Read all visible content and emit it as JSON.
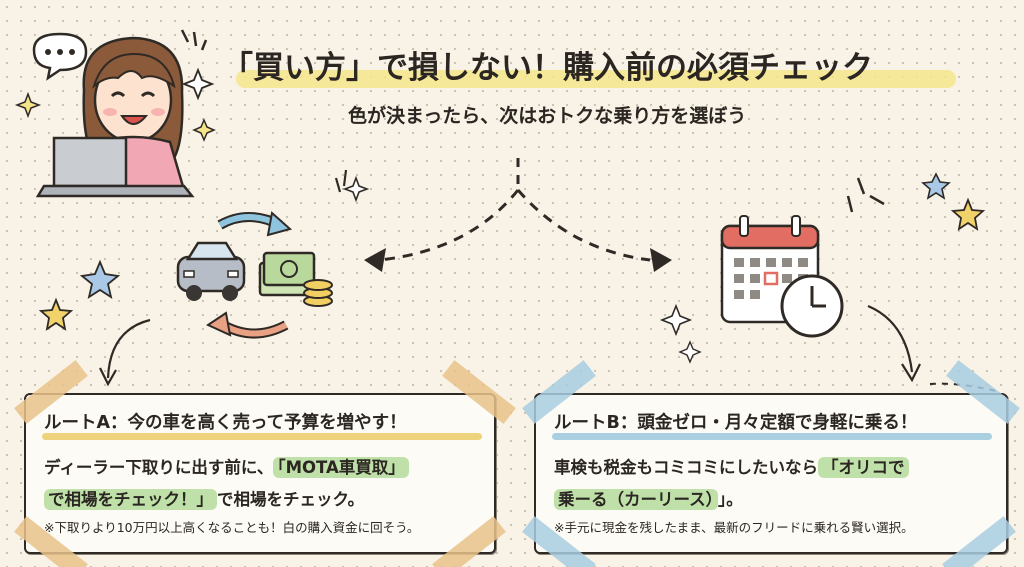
{
  "header": {
    "title": "「買い方」で損しない！購入前の必須チェック",
    "subtitle": "色が決まったら、次はおトクな乗り方を選ぼう"
  },
  "route_a": {
    "heading": "ルートA：今の車を高く売って予算を増やす！",
    "line1_prefix": "ディーラー下取りに出す前に、",
    "line1_highlight": "「MOTA車買取」",
    "line2_highlight": "で相場をチェック！」",
    "line2_suffix": "で相場をチェック。",
    "note": "※下取りより10万円以上高くなることも！白の購入資金に回そう。"
  },
  "route_b": {
    "heading": "ルートB：頭金ゼロ・月々定額で身軽に乗る！",
    "line1_prefix": "車検も税金もコミコミにしたいなら",
    "line1_highlight": "「オリコで",
    "line2_highlight": "乗ーる（カーリース）",
    "line2_suffix": "」。",
    "note": "※手元に現金を残したまま、最新のフリードに乗れる賢い選択。"
  },
  "colors": {
    "background": "#f8f3e6",
    "title_highlight": "#f4e58a",
    "route_a_accent": "#efd37c",
    "route_b_accent": "#a9cfe0",
    "text_highlight": "#bfe1a9"
  },
  "icons": {
    "illustration": "woman-with-laptop-icon",
    "left": "car-money-exchange-icon",
    "right": "calendar-clock-icon"
  }
}
